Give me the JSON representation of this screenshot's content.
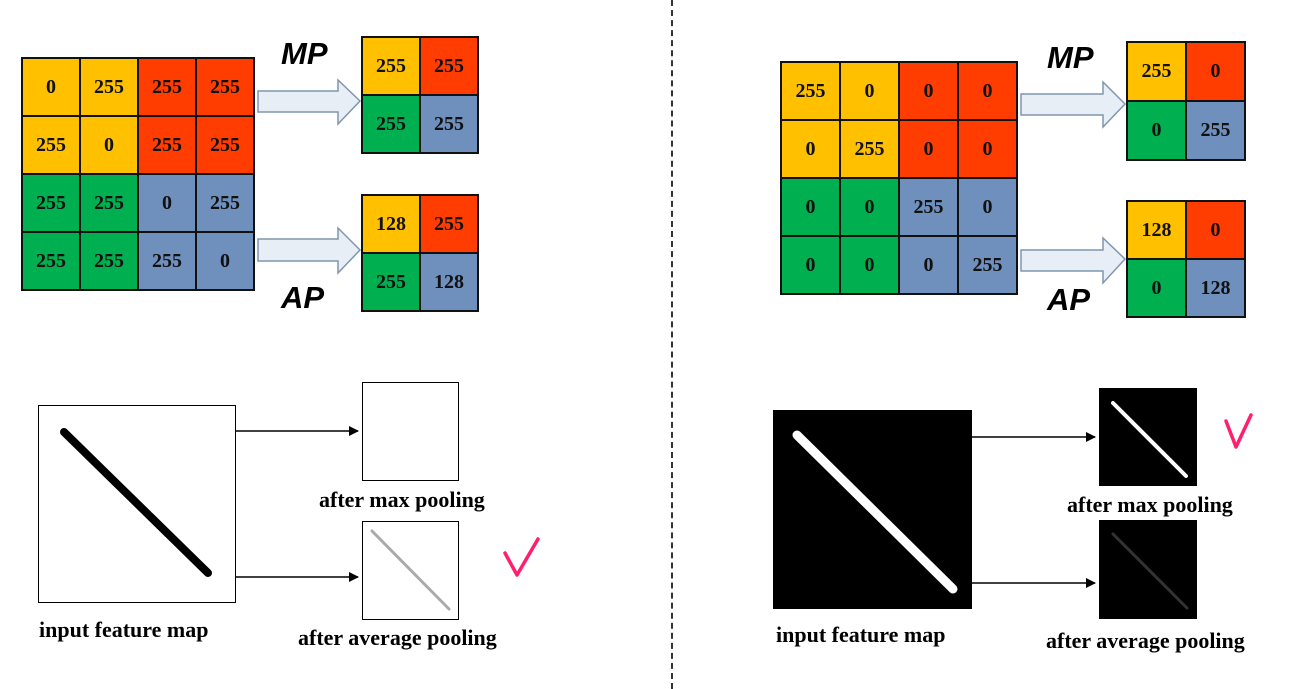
{
  "left_panel": {
    "input_matrix": {
      "values": [
        [
          "0",
          "255",
          "255",
          "255"
        ],
        [
          "255",
          "0",
          "255",
          "255"
        ],
        [
          "255",
          "255",
          "0",
          "255"
        ],
        [
          "255",
          "255",
          "255",
          "0"
        ]
      ],
      "colors": [
        [
          "y",
          "y",
          "r",
          "r"
        ],
        [
          "y",
          "y",
          "r",
          "r"
        ],
        [
          "g",
          "g",
          "b",
          "b"
        ],
        [
          "g",
          "g",
          "b",
          "b"
        ]
      ]
    },
    "mp_label": "MP",
    "ap_label": "AP",
    "mp_output": {
      "values": [
        [
          "255",
          "255"
        ],
        [
          "255",
          "255"
        ]
      ],
      "colors": [
        [
          "y",
          "r"
        ],
        [
          "g",
          "b"
        ]
      ]
    },
    "ap_output": {
      "values": [
        [
          "128",
          "255"
        ],
        [
          "255",
          "128"
        ]
      ],
      "colors": [
        [
          "y",
          "r"
        ],
        [
          "g",
          "b"
        ]
      ]
    },
    "input_caption": "input feature map",
    "max_caption": "after max pooling",
    "avg_caption": "after average pooling",
    "checkmark": "√",
    "input_image": {
      "background": "#ffffff",
      "line_color": "#000000"
    },
    "max_image": {
      "background": "#ffffff",
      "line_color": "none"
    },
    "avg_image": {
      "background": "#ffffff",
      "line_color": "#aaaaaa"
    }
  },
  "right_panel": {
    "input_matrix": {
      "values": [
        [
          "255",
          "0",
          "0",
          "0"
        ],
        [
          "0",
          "255",
          "0",
          "0"
        ],
        [
          "0",
          "0",
          "255",
          "0"
        ],
        [
          "0",
          "0",
          "0",
          "255"
        ]
      ],
      "colors": [
        [
          "y",
          "y",
          "r",
          "r"
        ],
        [
          "y",
          "y",
          "r",
          "r"
        ],
        [
          "g",
          "g",
          "b",
          "b"
        ],
        [
          "g",
          "g",
          "b",
          "b"
        ]
      ]
    },
    "mp_label": "MP",
    "ap_label": "AP",
    "mp_output": {
      "values": [
        [
          "255",
          "0"
        ],
        [
          "0",
          "255"
        ]
      ],
      "colors": [
        [
          "y",
          "r"
        ],
        [
          "g",
          "b"
        ]
      ]
    },
    "ap_output": {
      "values": [
        [
          "128",
          "0"
        ],
        [
          "0",
          "128"
        ]
      ],
      "colors": [
        [
          "y",
          "r"
        ],
        [
          "g",
          "b"
        ]
      ]
    },
    "input_caption": "input feature map",
    "max_caption": "after max pooling",
    "avg_caption": "after average pooling",
    "checkmark": "√",
    "input_image": {
      "background": "#000000",
      "line_color": "#ffffff"
    },
    "max_image": {
      "background": "#000000",
      "line_color": "#ffffff"
    },
    "avg_image": {
      "background": "#000000",
      "line_color": "#333333"
    }
  },
  "colors": {
    "y": "#ffc000",
    "r": "#ff3d00",
    "g": "#00b050",
    "b": "#6f8fbd",
    "arrow_fill": "#e8eef5",
    "arrow_stroke": "#8096b0",
    "check": "#ff1f6e",
    "divider": "#333333"
  }
}
